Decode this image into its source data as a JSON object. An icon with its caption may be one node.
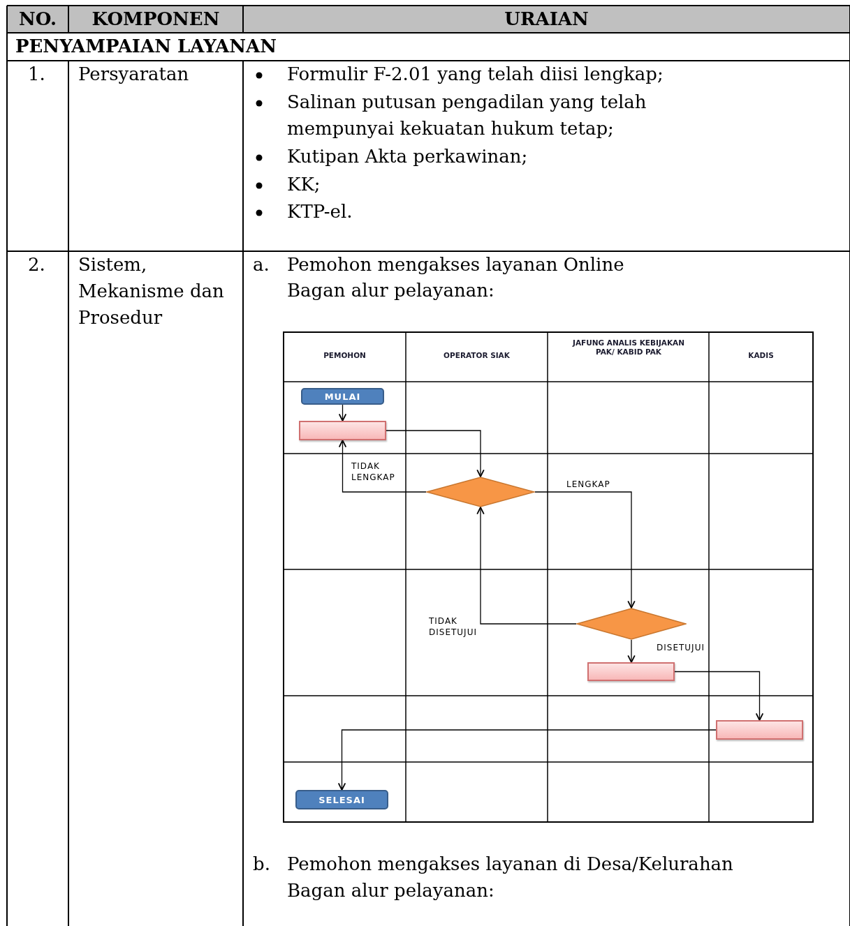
{
  "diagram": {
    "nodes": [
      {
        "text": [
          "MULAI"
        ]
      },
      {
        "text": [],
        "shape": "box"
      },
      {
        "text": [],
        "shape": "diamond"
      },
      {
        "text": [],
        "shape": "diamond"
      },
      {
        "text": [],
        "shape": "box"
      },
      {
        "text": [],
        "shape": "box"
      },
      {
        "text": [
          "SELESAI"
        ]
      }
    ],
    "edges": [
      {
        "from": 0,
        "to": 1,
        "arrow": "to"
      },
      {
        "from": 1,
        "to": 2,
        "arrow": "to"
      },
      {
        "from": 2,
        "to": 1,
        "arrow": "to",
        "label": "TIDAK LENGKAP"
      },
      {
        "from": 2,
        "to": 3,
        "arrow": "to",
        "label": "LENGKAP"
      },
      {
        "from": 3,
        "to": 2,
        "arrow": "to",
        "label": "TIDAK DISETUJUI"
      },
      {
        "from": 3,
        "to": 4,
        "arrow": "to",
        "label": "DISETUJUI"
      },
      {
        "from": 4,
        "to": 5,
        "arrow": "to"
      },
      {
        "from": 5,
        "to": 6,
        "arrow": "to"
      }
    ],
    "labels": [
      "NO.",
      "KOMPONEN",
      "URAIAN",
      "PENYAMPAIAN LAYANAN",
      "1.",
      "Persyaratan",
      "Formulir F-2.01 yang telah diisi lengkap;",
      "Salinan putusan pengadilan yang telah mempunyai kekuatan hukum tetap;",
      "Kutipan Akta perkawinan;",
      "KK;",
      "KTP-el.",
      "2.",
      "Sistem, Mekanisme dan Prosedur",
      "a.",
      "Pemohon mengakses layanan Online",
      "Bagan alur pelayanan:",
      "PEMOHON",
      "OPERATOR SIAK",
      "JAFUNG ANALIS KEBIJAKAN PAK/ KABID PAK",
      "KADIS",
      "b.",
      "Pemohon mengakses layanan di Desa/Kelurahan",
      "Bagan alur pelayanan:"
    ]
  }
}
